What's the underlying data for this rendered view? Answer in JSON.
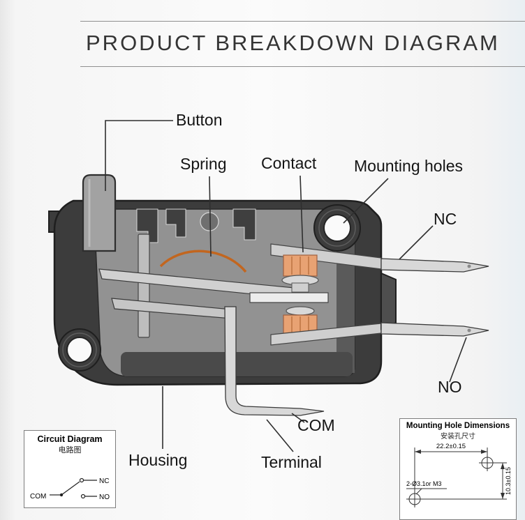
{
  "page": {
    "title": "PRODUCT BREAKDOWN DIAGRAM"
  },
  "callouts": {
    "button": "Button",
    "spring": "Spring",
    "contact": "Contact",
    "mounting_holes": "Mounting holes",
    "nc": "NC",
    "no": "NO",
    "com": "COM",
    "housing": "Housing",
    "terminal": "Terminal"
  },
  "circuit_box": {
    "title": "Circuit Diagram",
    "subtitle_cn": "电路图",
    "labels": {
      "com": "COM",
      "nc": "NC",
      "no": "NO"
    }
  },
  "mounting_box": {
    "title": "Mounting Hole Dimensions",
    "subtitle_cn": "安装孔尺寸",
    "hole_spacing": "22.2±0.15",
    "hole_spec": "2-Ø3.1or M3",
    "hole_vertical_spacing": "10.3±0.15"
  },
  "colors": {
    "housing_dark": "#3c3c3c",
    "cavity_gray": "#929292",
    "metal_light": "#d6d6d6",
    "contact_orange": "#e8a273",
    "spring_copper": "#c2661f",
    "leader_line": "#2f2f2f"
  }
}
